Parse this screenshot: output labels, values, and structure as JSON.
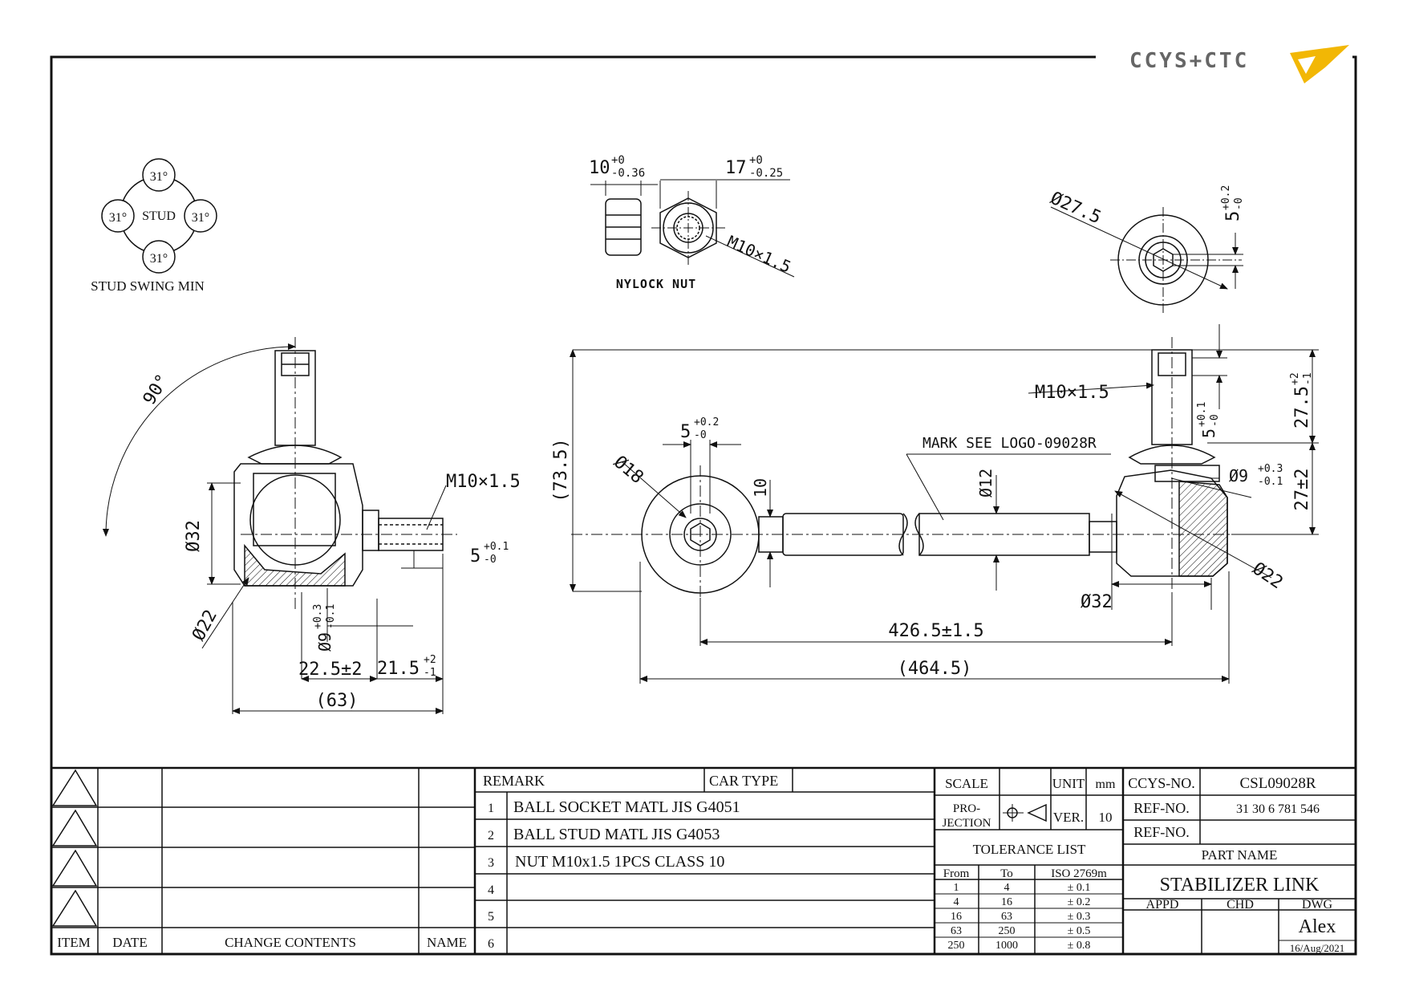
{
  "logo": {
    "text": "CCYS+CTC",
    "accent": "#f2b705"
  },
  "views": {
    "swing": {
      "center": "STUD",
      "angles": [
        "31°",
        "31°",
        "31°",
        "31°"
      ],
      "caption": "STUD SWING MIN"
    },
    "nut": {
      "caption": "NYLOCK NUT",
      "thickness": "10",
      "thickness_tol": [
        "+0",
        "-0.36"
      ],
      "af": "17",
      "af_tol": [
        "+0",
        "-0.25"
      ],
      "thread": "M10×1.5"
    },
    "end": {
      "diameter": "Ø27.5",
      "hex": "5",
      "hex_tol": [
        "+0.2",
        "-0"
      ]
    },
    "side": {
      "angle": "90°",
      "thread": "M10×1.5",
      "ball_dia": "Ø32",
      "socket_dia": "Ø22",
      "bore": "Ø9",
      "bore_tol": [
        "+0.3",
        "-0.1"
      ],
      "hex": "5",
      "hex_tol": [
        "+0.1",
        "-0"
      ],
      "len_a": "22.5±2",
      "len_b": "21.5",
      "len_b_tol": [
        "+2",
        "-1"
      ],
      "overall": "(63)"
    },
    "main": {
      "height": "(73.5)",
      "eye_dia": "Ø18",
      "hex": "5",
      "hex_tol": [
        "+0.2",
        "-0"
      ],
      "width": "10",
      "rod_dia": "Ø12",
      "mark": "MARK SEE LOGO-09028R",
      "thread": "M10×1.5",
      "hex2": "5",
      "hex2_tol": [
        "+0.1",
        "-0"
      ],
      "height_a": "27.5",
      "height_a_tol": [
        "+2",
        "-1"
      ],
      "height_b": "27±2",
      "bore": "Ø9",
      "bore_tol": [
        "+0.3",
        "-0.1"
      ],
      "socket_dia": "Ø22",
      "ball_dia": "Ø32",
      "center_len": "426.5±1.5",
      "overall": "(464.5)"
    }
  },
  "revision": {
    "headers": {
      "item": "ITEM",
      "date": "DATE",
      "contents": "CHANGE CONTENTS",
      "name": "NAME"
    }
  },
  "remarks": {
    "header": "REMARK",
    "car_type": "CAR TYPE",
    "rows": [
      {
        "no": "1",
        "text": "BALL SOCKET MATL JIS G4051"
      },
      {
        "no": "2",
        "text": "BALL STUD MATL JIS G4053"
      },
      {
        "no": "3",
        "text": "NUT M10x1.5 1PCS CLASS 10"
      },
      {
        "no": "4",
        "text": ""
      },
      {
        "no": "5",
        "text": ""
      },
      {
        "no": "6",
        "text": ""
      }
    ]
  },
  "info": {
    "scale_label": "SCALE",
    "unit_label": "UNIT",
    "unit_value": "mm",
    "projection_label": [
      "PRO-",
      "JECTION"
    ],
    "ver_label": "VER.",
    "ver_value": "10",
    "tolerance_title": "TOLERANCE LIST",
    "tolerance_headers": [
      "From",
      "To",
      "ISO 2769m"
    ],
    "tolerance_rows": [
      [
        "1",
        "4",
        "± 0.1"
      ],
      [
        "4",
        "16",
        "± 0.2"
      ],
      [
        "16",
        "63",
        "± 0.3"
      ],
      [
        "63",
        "250",
        "± 0.5"
      ],
      [
        "250",
        "1000",
        "± 0.8"
      ]
    ],
    "ccys_label": "CCYS-NO.",
    "ccys_value": "CSL09028R",
    "ref_label": "REF-NO.",
    "ref_value": "31 30 6 781 546",
    "ref2_label": "REF-NO.",
    "ref2_value": "",
    "part_name_label": "PART NAME",
    "part_name": "STABILIZER LINK",
    "appd": "APPD",
    "chd": "CHD",
    "dwg": "DWG",
    "drawer": "Alex",
    "date": "16/Aug/2021"
  }
}
